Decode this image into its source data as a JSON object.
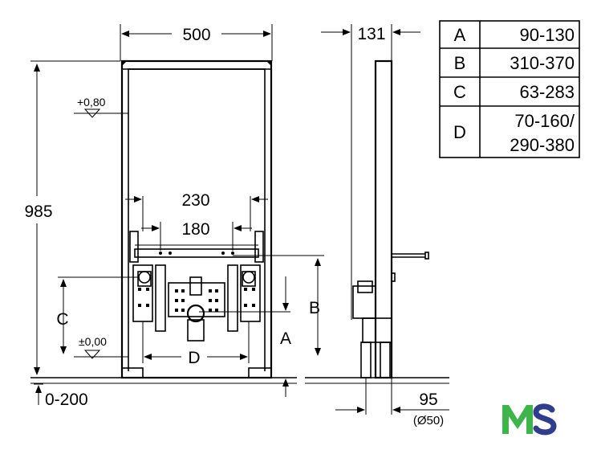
{
  "front_view": {
    "width": "500",
    "height": "985",
    "inner_spacing_1": "230",
    "inner_spacing_2": "180",
    "level_top": "+0,80",
    "level_floor": "±0,00",
    "label_c": "C",
    "label_d": "D",
    "label_b": "B",
    "label_a": "A",
    "floor_range": "0-200"
  },
  "side_view": {
    "depth": "131",
    "drain_offset": "95",
    "drain_diameter": "(Ø50)"
  },
  "table": {
    "rows": [
      {
        "key": "A",
        "value": "90-130"
      },
      {
        "key": "B",
        "value": "310-370"
      },
      {
        "key": "C",
        "value": "63-283"
      },
      {
        "key": "D",
        "value": "70-160/",
        "value2": "290-380"
      }
    ]
  },
  "logo": {
    "text": "MS",
    "colors": {
      "m": "#3db54a",
      "s": "#2f3d8f"
    }
  }
}
